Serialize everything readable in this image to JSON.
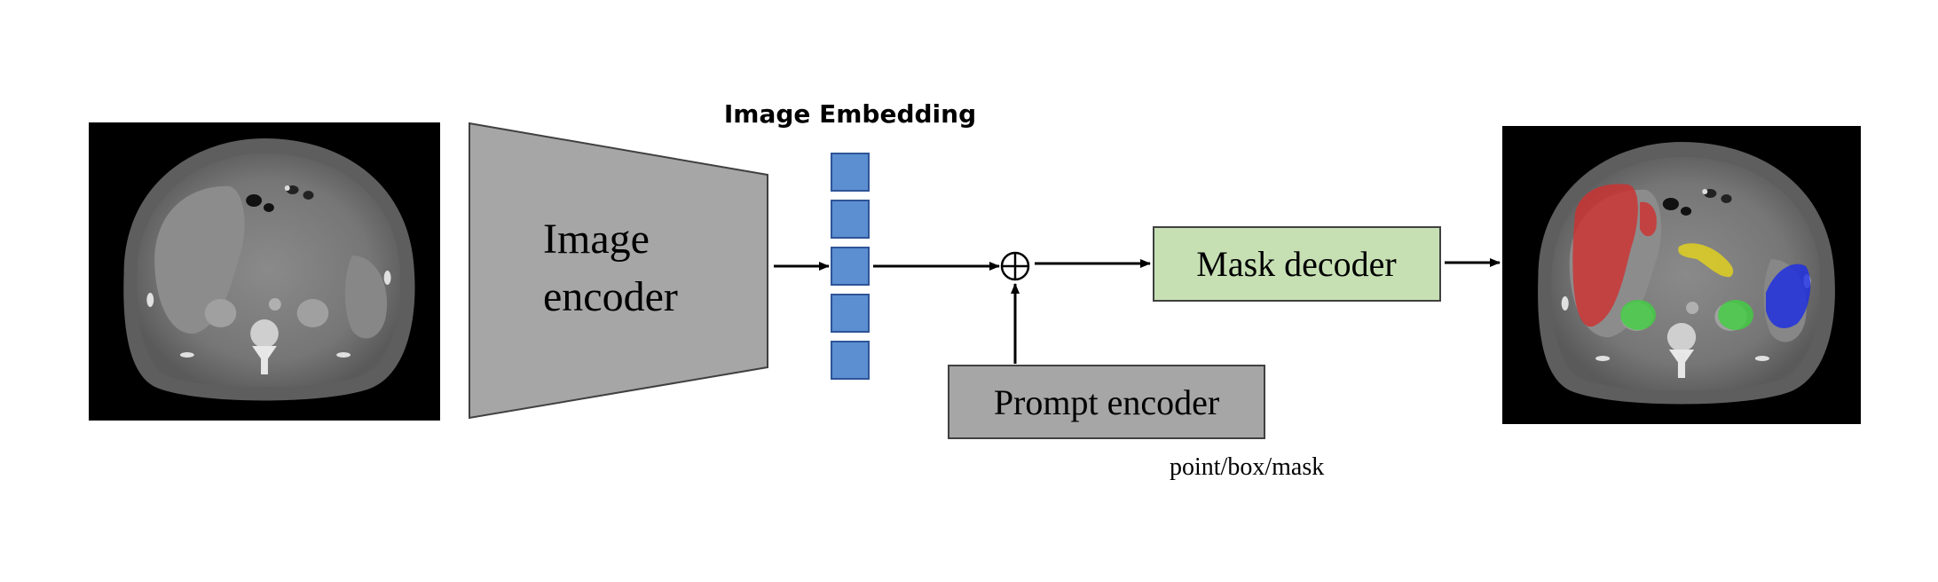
{
  "labels": {
    "image_encoder_line1": "Image",
    "image_encoder_line2": "encoder",
    "image_embedding": "Image Embedding",
    "mask_decoder": "Mask decoder",
    "prompt_encoder": "Prompt encoder",
    "prompt_types": "point/box/mask",
    "combine_symbol": "⊕"
  },
  "colors": {
    "encoder_fill": "#a6a6a6",
    "embedding_fill": "#5b8fd1",
    "embedding_stroke": "#2f5597",
    "mask_decoder_fill": "#c6e0b4",
    "prompt_encoder_fill": "#a6a6a6",
    "segment_liver": "#d03030",
    "segment_kidney": "#40d040",
    "segment_pancreas": "#e0d020",
    "segment_spleen": "#2030e0"
  },
  "images": {
    "input": "input-ct-scan",
    "output": "segmented-ct-scan"
  }
}
